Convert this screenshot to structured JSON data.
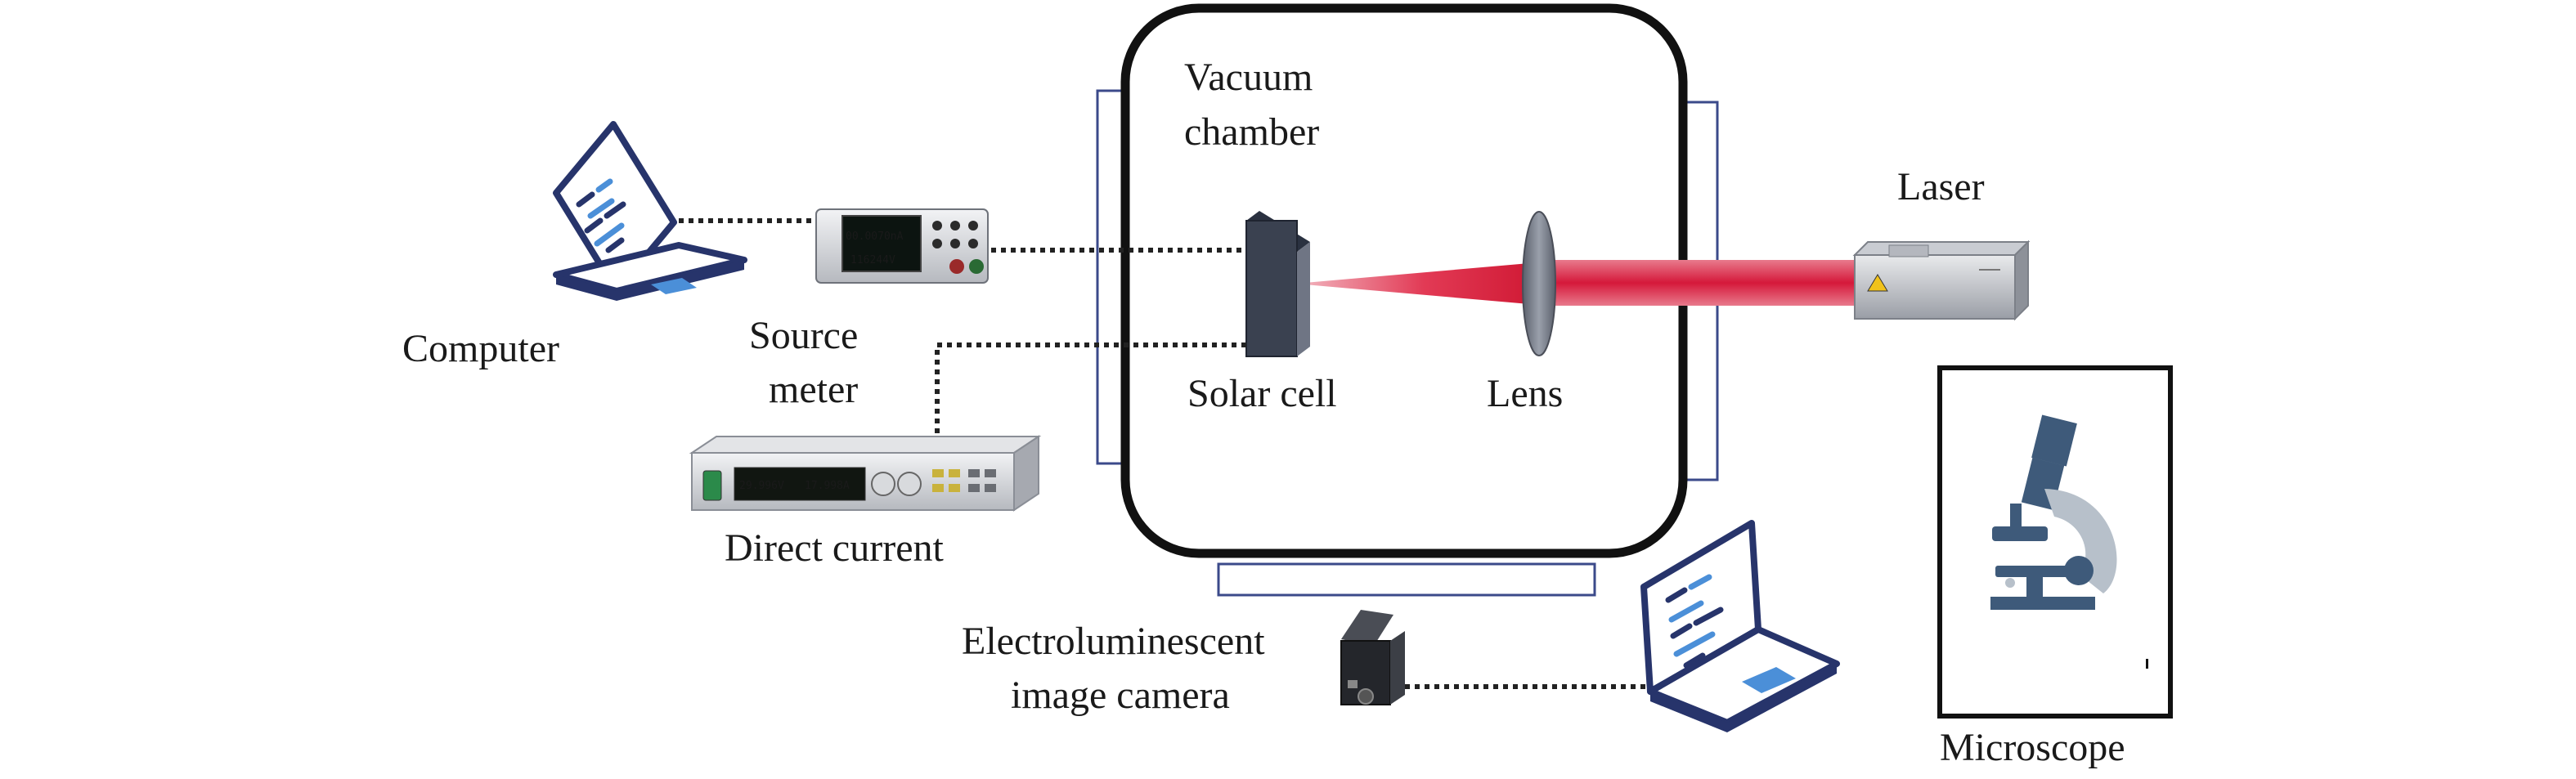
{
  "labels": {
    "vacuum_chamber_line1": "Vacuum",
    "vacuum_chamber_line2": "chamber",
    "laser": "Laser",
    "computer": "Computer",
    "source_meter_line1": "Source",
    "source_meter_line2": "meter",
    "solar_cell": "Solar cell",
    "lens": "Lens",
    "direct_current": "Direct current",
    "el_camera_line1": "Electroluminescent",
    "el_camera_line2": "image camera",
    "microscope": "Microscope"
  },
  "source_meter_display": {
    "current": "00.0070nA",
    "voltage": "116244V"
  },
  "dc_supply_display": {
    "reading_1": "29.996V",
    "reading_2": "17.998A"
  },
  "icons": {
    "laptop": "laptop-icon",
    "microscope": "microscope-icon",
    "camera": "camera-icon",
    "laser": "laser-icon"
  },
  "colors": {
    "laser_beam": "#d3203a",
    "laptop_outline": "#27346b",
    "laptop_accent": "#4b8fd8",
    "microscope": "#3e5a7a",
    "window_border": "#3b4a8a"
  }
}
